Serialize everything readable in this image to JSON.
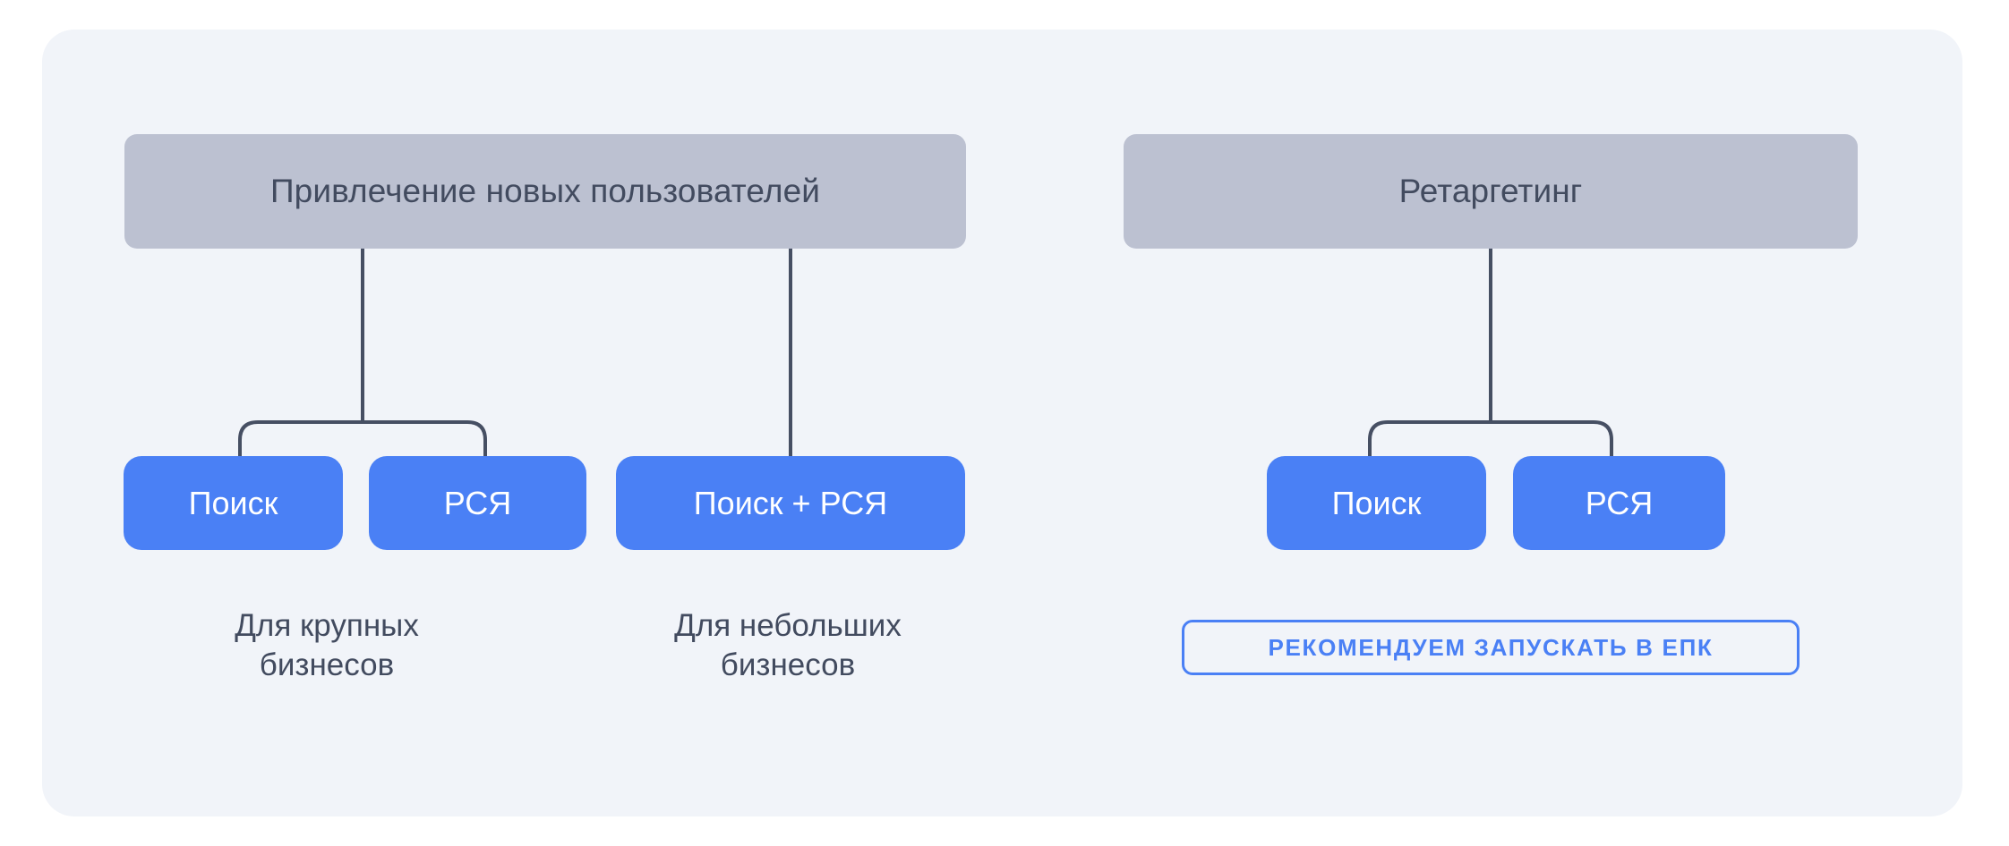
{
  "diagram": {
    "title_visible": false,
    "colors": {
      "page_background": "#ffffff",
      "card_background": "#f1f4f9",
      "header_box": "#bcc1d1",
      "accent_blue": "#4a80f5",
      "text_dark": "#424b5f",
      "text_on_blue": "#ffffff",
      "connector_line": "#464f63"
    },
    "groups": [
      {
        "id": "acquisition",
        "header": "Привлечение новых пользователей",
        "branches": [
          {
            "id": "large-business",
            "buttons": [
              {
                "id": "search",
                "label": "Поиск"
              },
              {
                "id": "rsya",
                "label": "РСЯ"
              }
            ],
            "caption_line1": "Для крупных",
            "caption_line2": "бизнесов"
          },
          {
            "id": "small-business",
            "buttons": [
              {
                "id": "search-plus-rsya",
                "label": "Поиск + РСЯ"
              }
            ],
            "caption_line1": "Для небольших",
            "caption_line2": "бизнесов"
          }
        ]
      },
      {
        "id": "retargeting",
        "header": "Ретаргетинг",
        "branches": [
          {
            "id": "retargeting-channels",
            "buttons": [
              {
                "id": "search",
                "label": "Поиск"
              },
              {
                "id": "rsya",
                "label": "РСЯ"
              }
            ],
            "badge": "РЕКОМЕНДУЕМ ЗАПУСКАТЬ В ЕПК"
          }
        ]
      }
    ]
  }
}
